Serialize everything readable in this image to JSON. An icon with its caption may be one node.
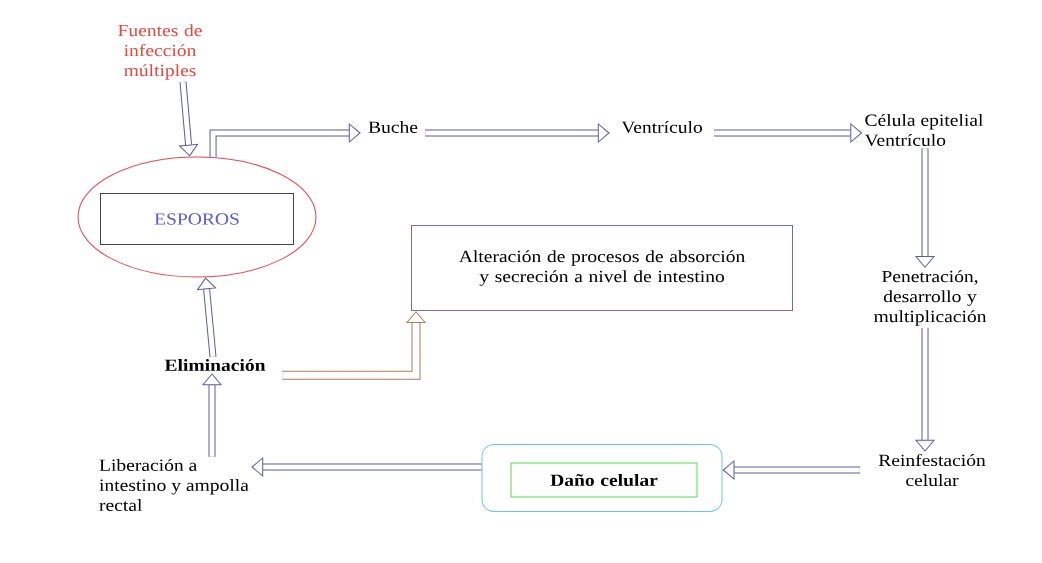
{
  "diagram": {
    "nodes": [
      {
        "text": [
          "Fuentes de infección múltiples"
        ]
      },
      {
        "text": [],
        "shape": "circle"
      },
      {
        "text": [
          "ESPOROS"
        ],
        "in": 1
      },
      {
        "text": [
          "Buche"
        ]
      },
      {
        "text": [
          "Ventrículo"
        ]
      },
      {
        "text": [
          "Célula epitelial Ventrículo"
        ]
      },
      {
        "text": [
          "Penetración, desarrollo y multiplicación"
        ]
      },
      {
        "text": [
          "Reinfestación celular"
        ]
      },
      {
        "text": [],
        "shape": "box"
      },
      {
        "text": [
          "Daño celular"
        ],
        "in": 8
      },
      {
        "text": [
          "Liberación a intestino y ampolla rectal"
        ]
      },
      {
        "text": [
          "Eliminación"
        ]
      },
      {
        "text": [
          "Alteración de procesos de absorción y secreción a nivel de intestino"
        ]
      }
    ],
    "edges": [
      {
        "from": 0,
        "to": 1,
        "arrow": "to"
      },
      {
        "from": 1,
        "to": 3,
        "arrow": "to"
      },
      {
        "from": 3,
        "to": 4,
        "arrow": "to"
      },
      {
        "from": 4,
        "to": 5,
        "arrow": "to"
      },
      {
        "from": 5,
        "to": 6,
        "arrow": "to"
      },
      {
        "from": 6,
        "to": 7,
        "arrow": "to"
      },
      {
        "from": 7,
        "to": 8,
        "arrow": "to"
      },
      {
        "from": 8,
        "to": 10,
        "arrow": "to"
      },
      {
        "from": 10,
        "to": 11,
        "arrow": "to"
      },
      {
        "from": 11,
        "to": 1,
        "arrow": "to"
      },
      {
        "from": 11,
        "to": 12,
        "arrow": "to",
        "color": "#b87a5a"
      }
    ]
  }
}
